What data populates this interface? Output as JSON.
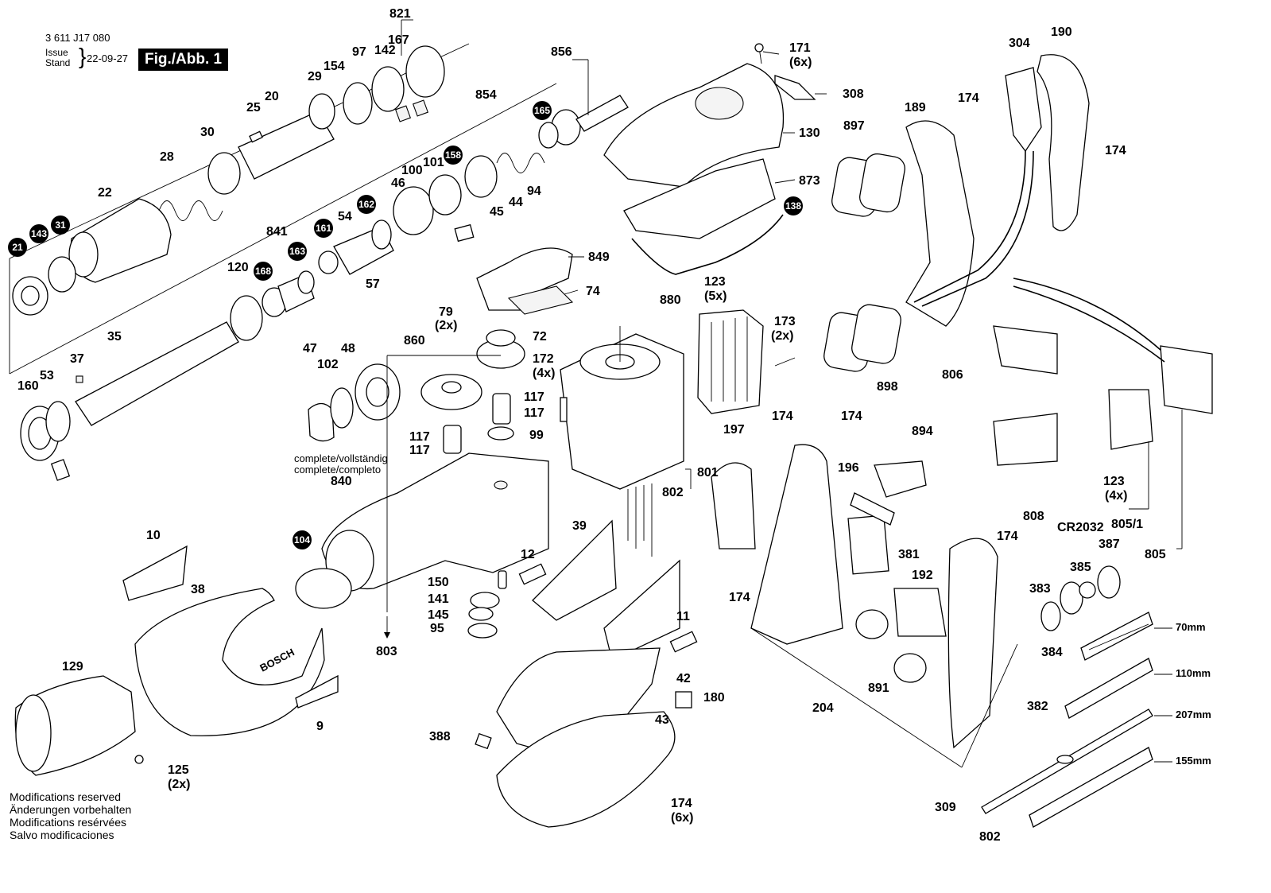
{
  "header": {
    "doc_number": "3 611 J17 080",
    "issue_label": "Issue",
    "stand_label": "Stand",
    "issue_date": "22-09-27",
    "figure": "Fig./Abb. 1"
  },
  "notes": [
    "Modifications reserved",
    "Änderungen vorbehalten",
    "Modifications resérvées",
    "Salvo modificaciones"
  ],
  "complete_notes": [
    "complete/vollständig",
    "complete/completo"
  ],
  "badges": [
    "21",
    "143",
    "31",
    "161",
    "162",
    "158",
    "165",
    "168",
    "163",
    "138",
    "104"
  ],
  "labels": {
    "l821": "821",
    "l97": "97",
    "l142": "142",
    "l167": "167",
    "l154": "154",
    "l29": "29",
    "l25": "25",
    "l20": "20",
    "l30": "30",
    "l28": "28",
    "l22": "22",
    "l856": "856",
    "l854": "854",
    "l100": "100",
    "l101": "101",
    "l46": "46",
    "l54": "54",
    "l44": "44",
    "l45": "45",
    "l94": "94",
    "l841": "841",
    "l57": "57",
    "l120": "120",
    "l35": "35",
    "l37": "37",
    "l53": "53",
    "l160": "160",
    "l171": "171",
    "l171q": "(6x)",
    "l308": "308",
    "l130": "130",
    "l873": "873",
    "l849": "849",
    "l74": "74",
    "l79": "79",
    "l79q": "(2x)",
    "l72": "72",
    "l860": "860",
    "l47": "47",
    "l48": "48",
    "l102": "102",
    "l172": "172",
    "l172q": "(4x)",
    "l117a": "117",
    "l117b": "117",
    "l117c": "117",
    "l117d": "117",
    "l99": "99",
    "l840": "840",
    "l123a": "123",
    "l123aq": "(5x)",
    "l880": "880",
    "l173": "173",
    "l173q": "(2x)",
    "l801": "801",
    "l802a": "802",
    "l304": "304",
    "l190": "190",
    "l189": "189",
    "l174a": "174",
    "l174b": "174",
    "l897": "897",
    "l898": "898",
    "l806": "806",
    "l123b": "123",
    "l123bq": "(4x)",
    "l805_1": "805/1",
    "l805": "805",
    "l197": "197",
    "l174c": "174",
    "l174d": "174",
    "l196": "196",
    "l894": "894",
    "l381": "381",
    "l192": "192",
    "l891": "891",
    "l174e": "174",
    "l204": "204",
    "l174f": "174",
    "l808": "808",
    "lCR2032": "CR2032",
    "l387": "387",
    "l385": "385",
    "l383": "383",
    "l384": "384",
    "l382": "382",
    "l309": "309",
    "l802b": "802",
    "l10": "10",
    "l38": "38",
    "l129": "129",
    "l125": "125",
    "l125q": "(2x)",
    "l9": "9",
    "l12": "12",
    "l150": "150",
    "l141": "141",
    "l145": "145",
    "l95": "95",
    "l803": "803",
    "l39": "39",
    "l11": "11",
    "l42": "42",
    "l180": "180",
    "l43": "43",
    "l388": "388",
    "l174g": "174",
    "l174gq": "(6x)",
    "m70": "70mm",
    "m110": "110mm",
    "m207": "207mm",
    "m155": "155mm",
    "housing_brand": "BOSCH"
  }
}
